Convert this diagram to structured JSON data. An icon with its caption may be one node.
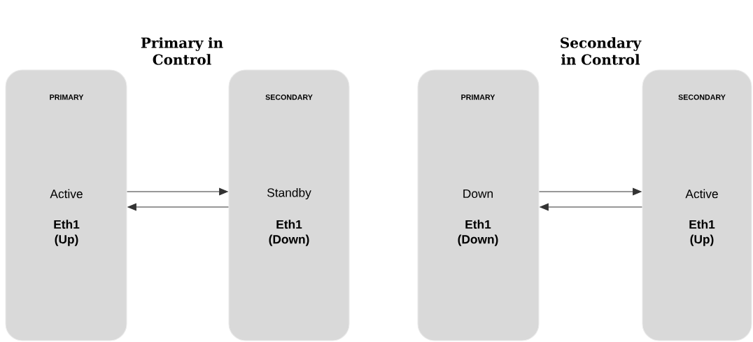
{
  "diagram": {
    "nodes": [
      {
        "text": [
          "PRIMARY",
          "Active",
          "Eth1 (Up)"
        ]
      },
      {
        "text": [
          "SECONDARY",
          "Standby",
          "Eth1 (Down)"
        ]
      },
      {
        "text": [
          "PRIMARY",
          "Down",
          "Eth1 (Down)"
        ]
      },
      {
        "text": [
          "SECONDARY",
          "Active",
          "Eth1 (Up)"
        ]
      }
    ],
    "edges": [
      {
        "from": 0,
        "to": 1,
        "arrow": "to"
      },
      {
        "from": 1,
        "to": 0,
        "arrow": "to"
      },
      {
        "from": 2,
        "to": 3,
        "arrow": "to"
      },
      {
        "from": 3,
        "to": 2,
        "arrow": "to"
      }
    ],
    "labels": [
      "Primary in Control",
      "Secondary in Control"
    ]
  }
}
